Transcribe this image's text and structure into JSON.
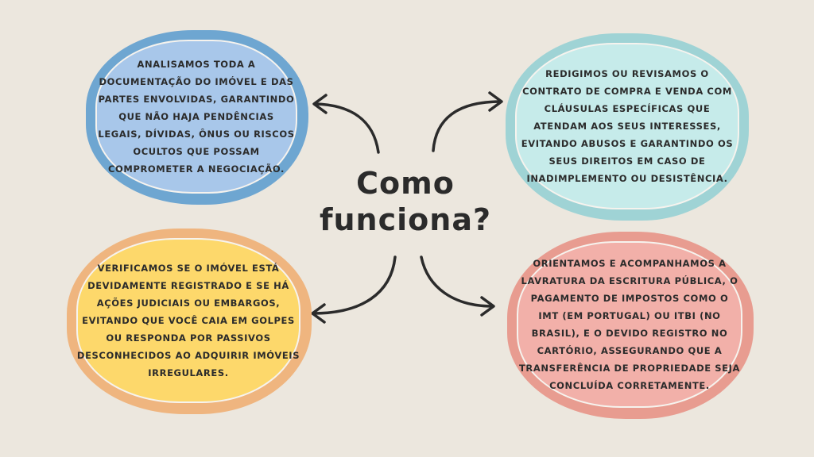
{
  "title": {
    "line1": "Como",
    "line2": "funciona?"
  },
  "colors": {
    "background": "#ece7de",
    "blue": "#a8c7ea",
    "teal": "#c6ebea",
    "yellow": "#fdd86b",
    "pink": "#f2b0a9",
    "text": "#2b2b2b"
  },
  "cards": [
    {
      "lines": [
        "Analisamos toda a",
        "documentação do imóvel e das",
        "partes envolvidas, garantindo",
        "que não haja pendências",
        "legais, dívidas, ônus ou riscos",
        "ocultos que possam",
        "comprometer a negociação."
      ]
    },
    {
      "lines": [
        "Redigimos ou revisamos o",
        "contrato de compra e venda com",
        "cláusulas específicas que",
        "atendam aos seus interesses,",
        "evitando abusos e garantindo os",
        "seus direitos em caso de",
        "inadimplemento ou desistência."
      ]
    },
    {
      "lines": [
        "Verificamos se o imóvel está",
        "devidamente registrado e se há",
        "ações judiciais ou embargos,",
        "evitando que você caia em golpes",
        "ou responda por passivos",
        "desconhecidos ao adquirir imóveis",
        "irregulares."
      ]
    },
    {
      "lines": [
        "Orientamos e acompanhamos a",
        "lavratura da escritura pública, o",
        "pagamento de impostos como o",
        "IMT (em Portugal) ou ITBI (no",
        "Brasil), e o devido registro no",
        "cartório, assegurando que a",
        "transferência de propriedade seja",
        "concluída corretamente."
      ]
    }
  ]
}
